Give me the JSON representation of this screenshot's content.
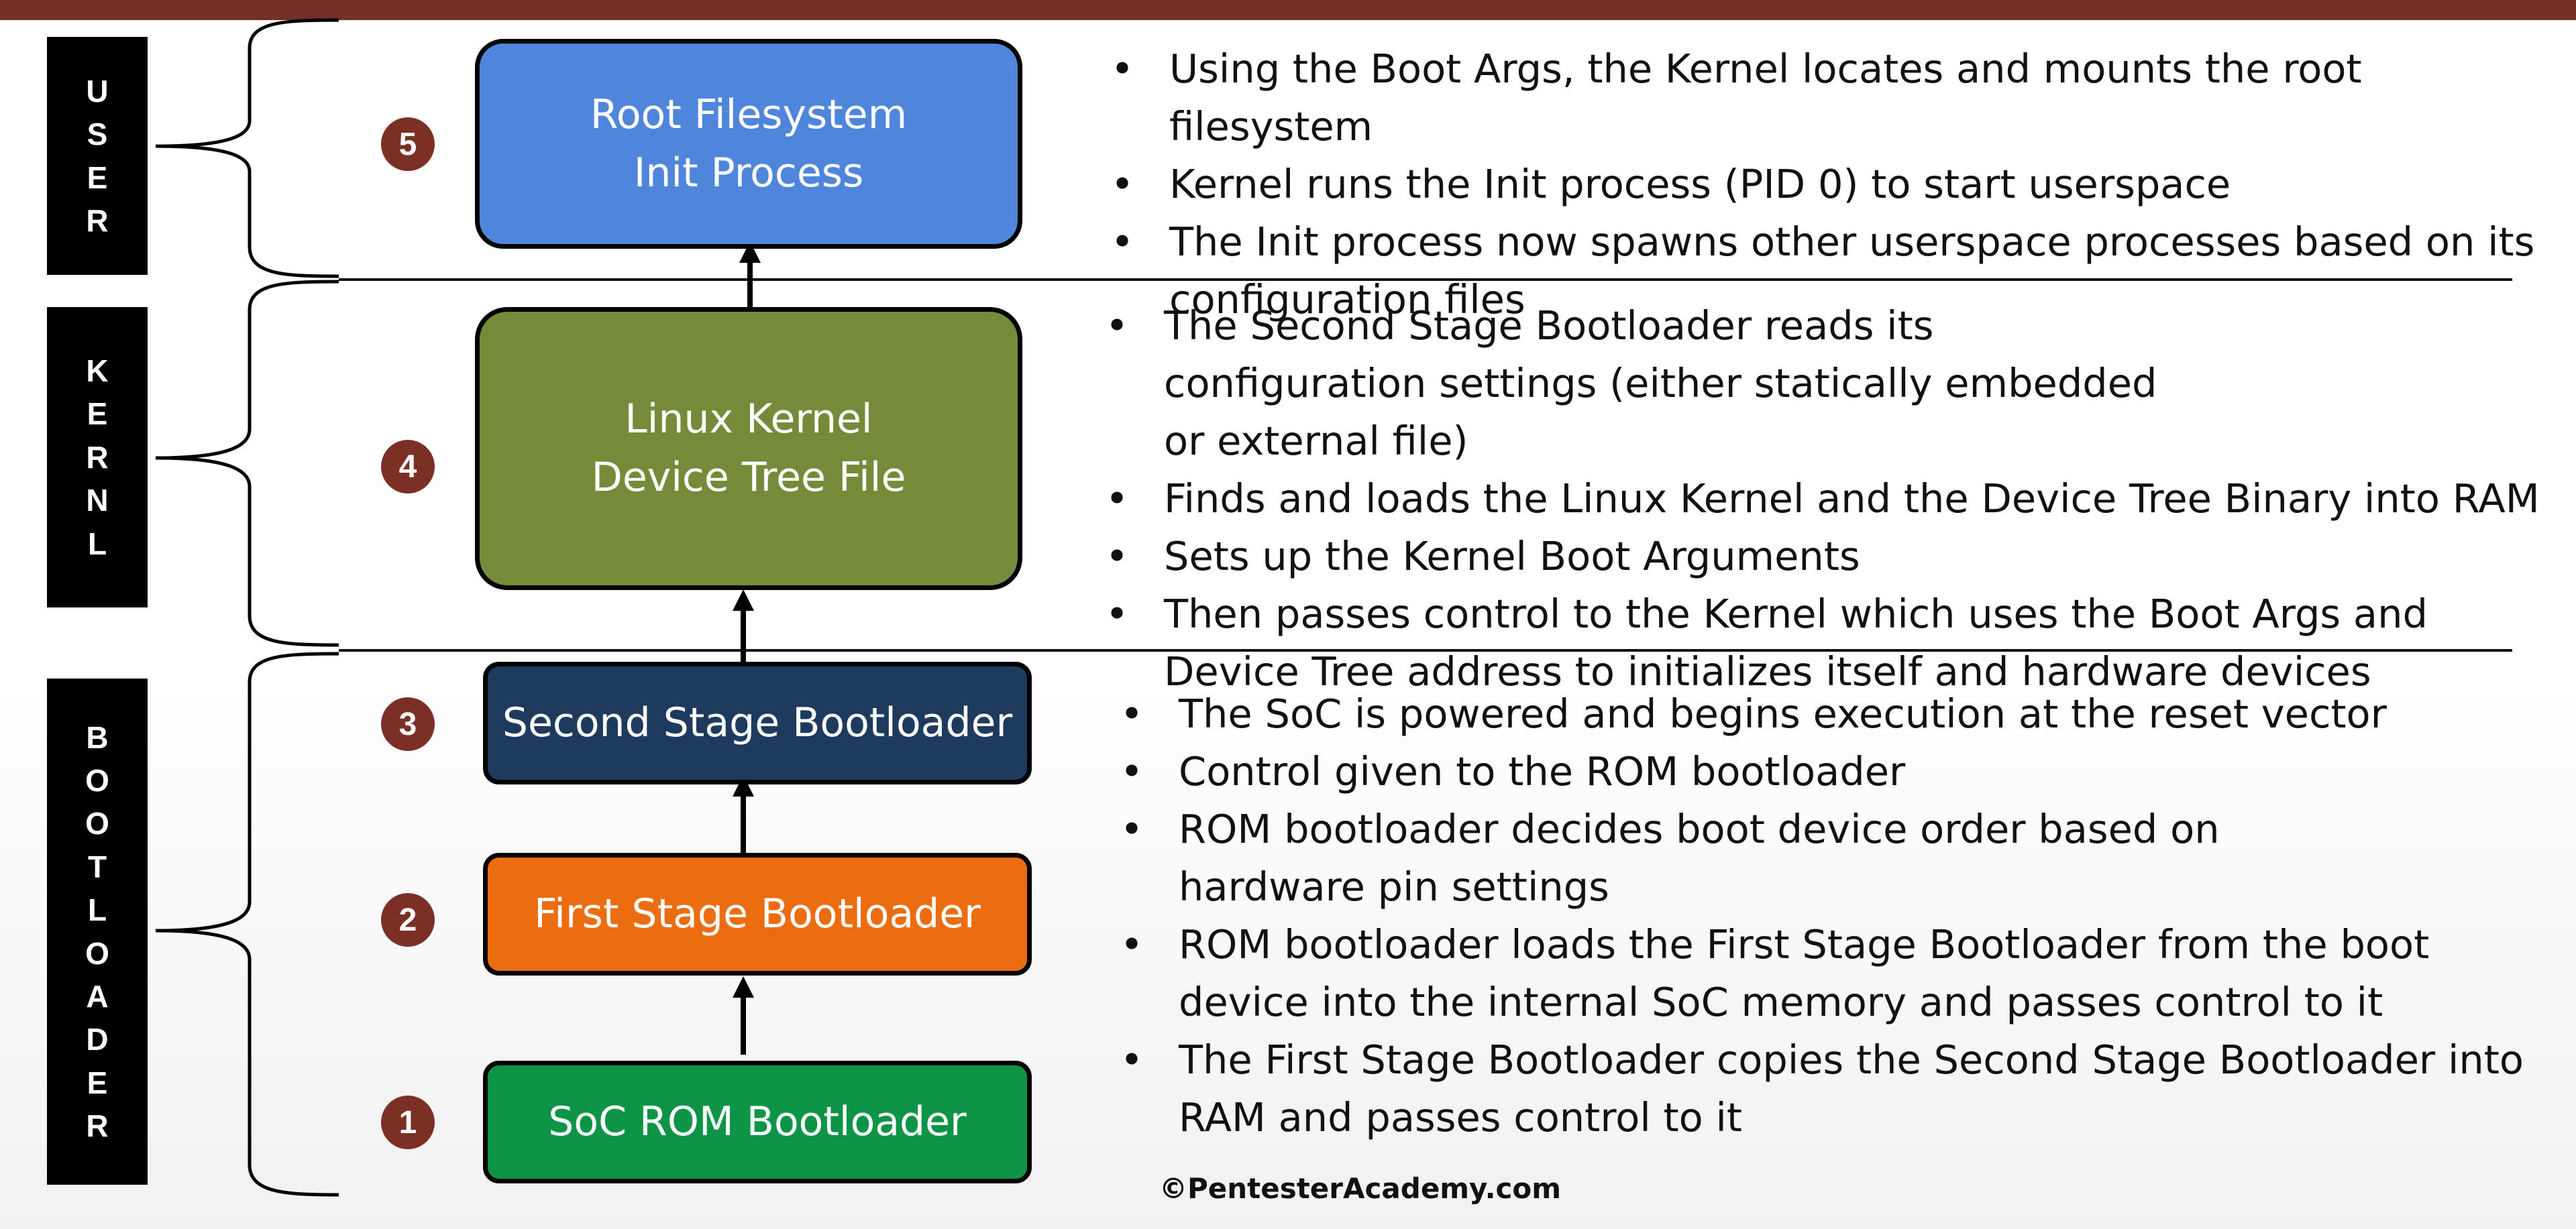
{
  "sections": {
    "user": {
      "label_letters": [
        "U",
        "S",
        "E",
        "R"
      ],
      "stage_number": "5",
      "stage_lines": [
        "Root Filesystem",
        "Init Process"
      ],
      "stage_color": "#4f86dc",
      "bullets": [
        "Using the Boot Args, the Kernel locates and mounts the root filesystem",
        "Kernel runs the Init process (PID 0) to start userspace",
        "The Init process now spawns other userspace processes based on its configuration files"
      ]
    },
    "kernel": {
      "label_letters": [
        "K",
        "E",
        "R",
        "N",
        "L"
      ],
      "stage_number": "4",
      "stage_lines": [
        "Linux Kernel",
        "Device Tree File"
      ],
      "stage_color": "#768b3a",
      "bullets": [
        "The Second Stage Bootloader reads its configuration settings (either statically embedded or external file)",
        "Finds and loads the Linux Kernel and the Device Tree Binary into RAM",
        "Sets up the Kernel Boot Arguments",
        "Then passes control to the Kernel which uses the Boot Args and Device Tree address to initializes itself and hardware devices"
      ]
    },
    "bootloader": {
      "label_letters": [
        "B",
        "O",
        "O",
        "T",
        "L",
        "O",
        "A",
        "D",
        "E",
        "R"
      ],
      "stages": [
        {
          "number": "3",
          "label": "Second Stage Bootloader",
          "color": "#1e3a5d"
        },
        {
          "number": "2",
          "label": "First Stage Bootloader",
          "color": "#ec6c10"
        },
        {
          "number": "1",
          "label": "SoC ROM Bootloader",
          "color": "#0d9447"
        }
      ],
      "bullets": [
        "The SoC is powered and begins execution at the reset vector",
        "Control given to the ROM bootloader",
        "ROM bootloader decides boot device order based on hardware pin settings",
        "ROM bootloader loads the First Stage Bootloader from the boot device into the internal SoC memory and passes control to it",
        "The First Stage Bootloader copies the Second Stage Bootloader into RAM and passes control to it"
      ]
    }
  },
  "footer": "©PentesterAcademy.com",
  "colors": {
    "top_bar": "#742f29",
    "badge": "#7b2f25"
  }
}
